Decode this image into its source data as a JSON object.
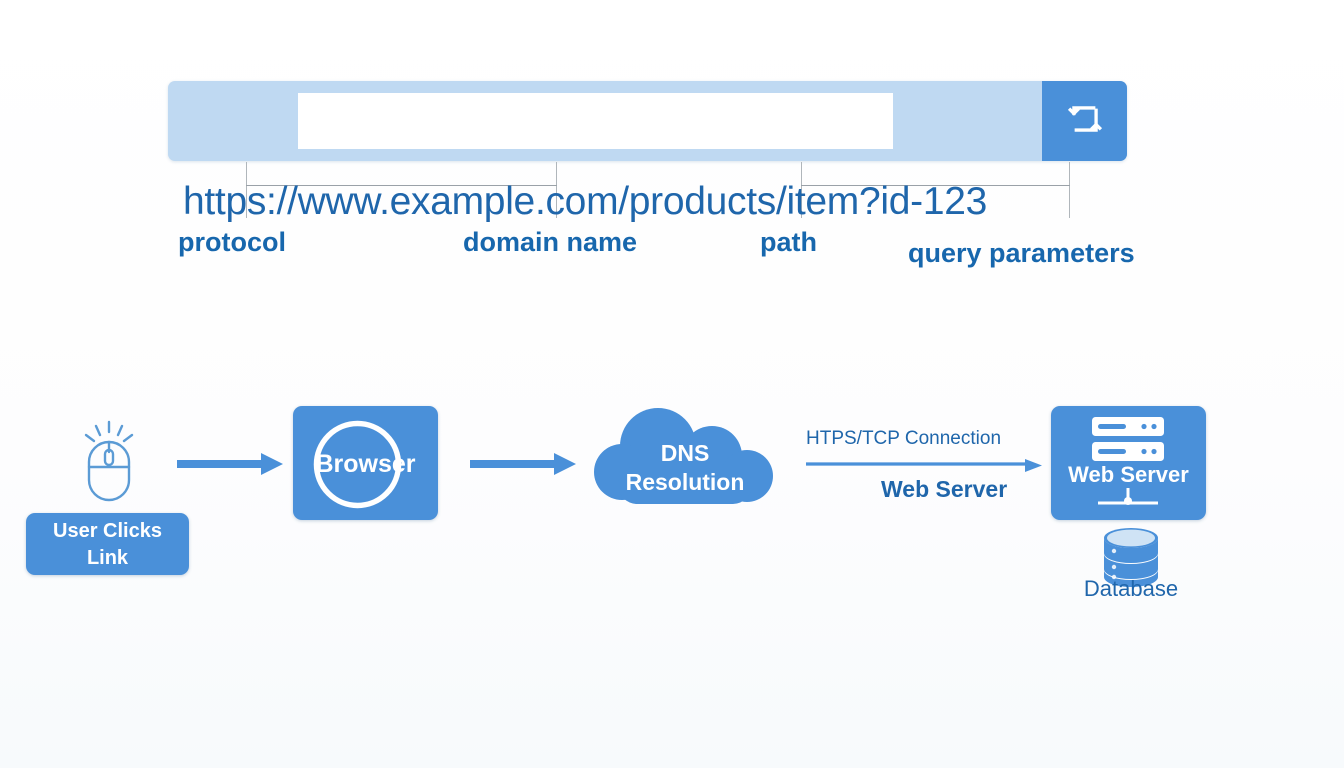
{
  "url_bar": {
    "url": "https://www.example.com/products/item?id-123",
    "refresh_icon": "refresh-loop-icon",
    "accent": "#4a90d9",
    "field_bg": "#bfd9f2"
  },
  "url_segments": [
    {
      "label": "protocol"
    },
    {
      "label": "domain name"
    },
    {
      "label": "path"
    },
    {
      "label": "query parameters"
    }
  ],
  "flow": {
    "user": {
      "label_line1": "User Clicks",
      "label_line2": "Link",
      "icon": "mouse-click-icon"
    },
    "browser": {
      "label": "Browser",
      "icon": "circle-outline-icon"
    },
    "dns": {
      "label_line1": "DNS",
      "label_line2": "Resolution",
      "icon": "cloud-icon"
    },
    "connection": {
      "top_label": "HTPS/TCP Connection",
      "bottom_label": "Web Server"
    },
    "server": {
      "label": "Web Server",
      "icon": "server-rack-icon"
    },
    "database": {
      "label": "Database",
      "icon": "database-cylinder-icon"
    }
  },
  "colors": {
    "primary_blue": "#4a90d9",
    "text_blue": "#1f66ab",
    "label_blue": "#1767ad",
    "light_blue": "#bfd9f2"
  }
}
